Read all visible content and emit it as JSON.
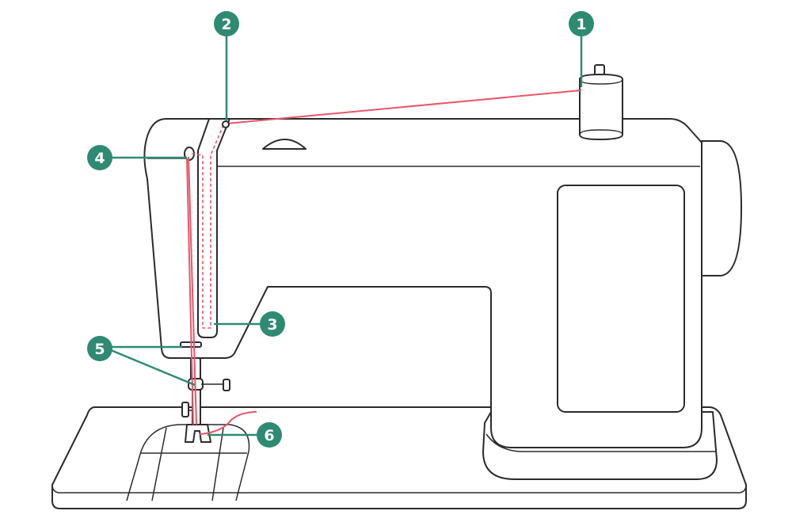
{
  "colors": {
    "callout": "#2e8a72",
    "thread": "#e8566a",
    "outline": "#2b2b2b"
  },
  "callouts": [
    {
      "number": "1",
      "part": "spool-pin"
    },
    {
      "number": "2",
      "part": "top-thread-guide"
    },
    {
      "number": "3",
      "part": "take-up-lever-channel"
    },
    {
      "number": "4",
      "part": "take-up-lever-eye"
    },
    {
      "number": "5",
      "part": "lower-thread-guides"
    },
    {
      "number": "6",
      "part": "needle-and-presser-foot"
    }
  ]
}
